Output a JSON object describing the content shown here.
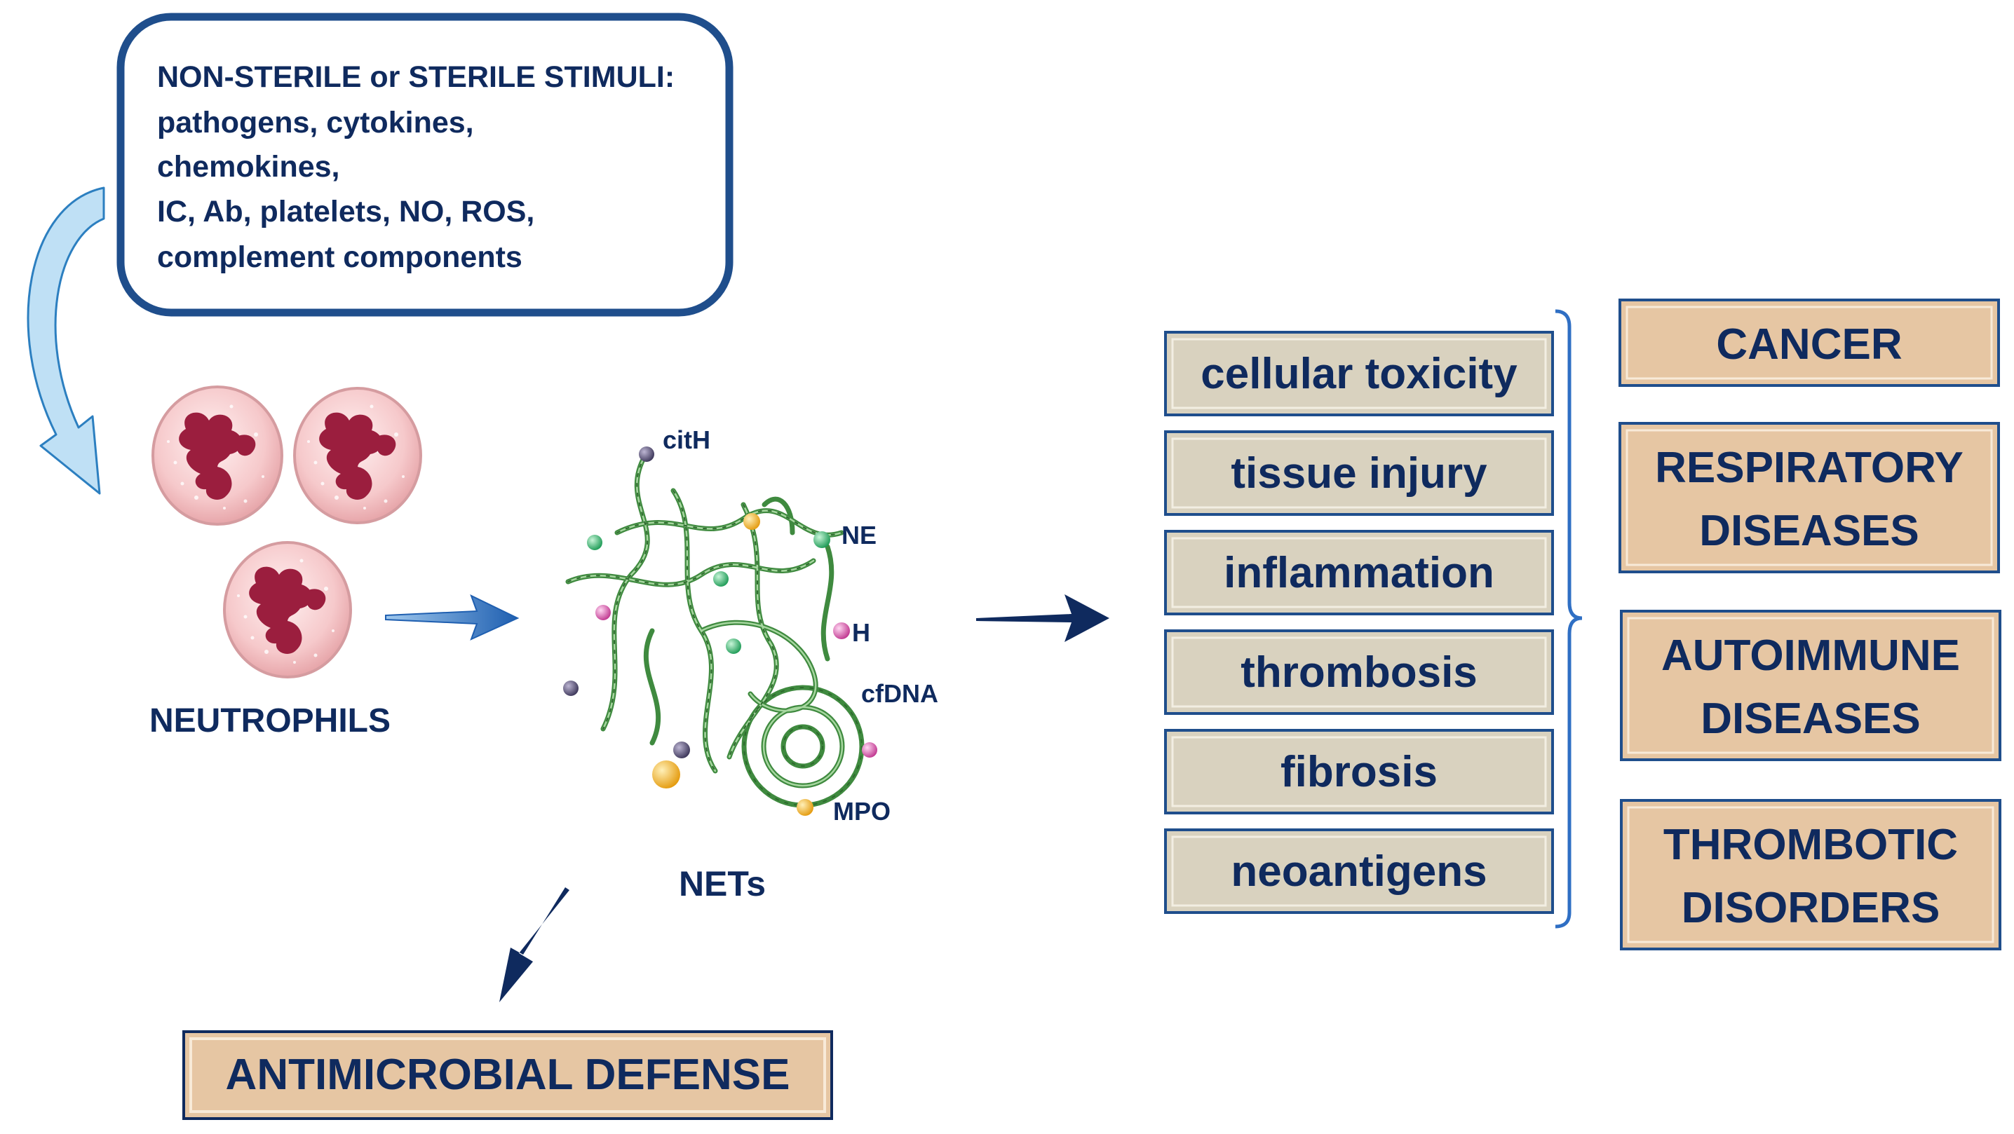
{
  "stimuli": {
    "lines": [
      "NON-STERILE or STERILE STIMULI:",
      "pathogens, cytokines,",
      "chemokines,",
      "IC, Ab, platelets, NO, ROS,",
      "complement components"
    ]
  },
  "neutrophils": {
    "label": "NEUTROPHILS"
  },
  "nets": {
    "label": "NETs",
    "components": {
      "cith": "citH",
      "ne": "NE",
      "h": "H",
      "cfdna": "cfDNA",
      "mpo": "MPO"
    }
  },
  "defense": {
    "label": "ANTIMICROBIAL DEFENSE"
  },
  "effects": [
    "cellular toxicity",
    "tissue injury",
    "inflammation",
    "thrombosis",
    "fibrosis",
    "neoantigens"
  ],
  "diseases": [
    [
      "CANCER"
    ],
    [
      "RESPIRATORY",
      "DISEASES"
    ],
    [
      "AUTOIMMUNE",
      "DISEASES"
    ],
    [
      "THROMBOTIC",
      "DISORDERS"
    ]
  ],
  "colors": {
    "navy": "#0f2a5e",
    "stimuli_border": "#1f4e8c",
    "effect_fill": "#d9d2bf",
    "disease_fill": "#e6c6a3",
    "bracket": "#2f6fc4",
    "curved_arrow": "#bfe0f5",
    "dna": "#3f8a3f"
  }
}
